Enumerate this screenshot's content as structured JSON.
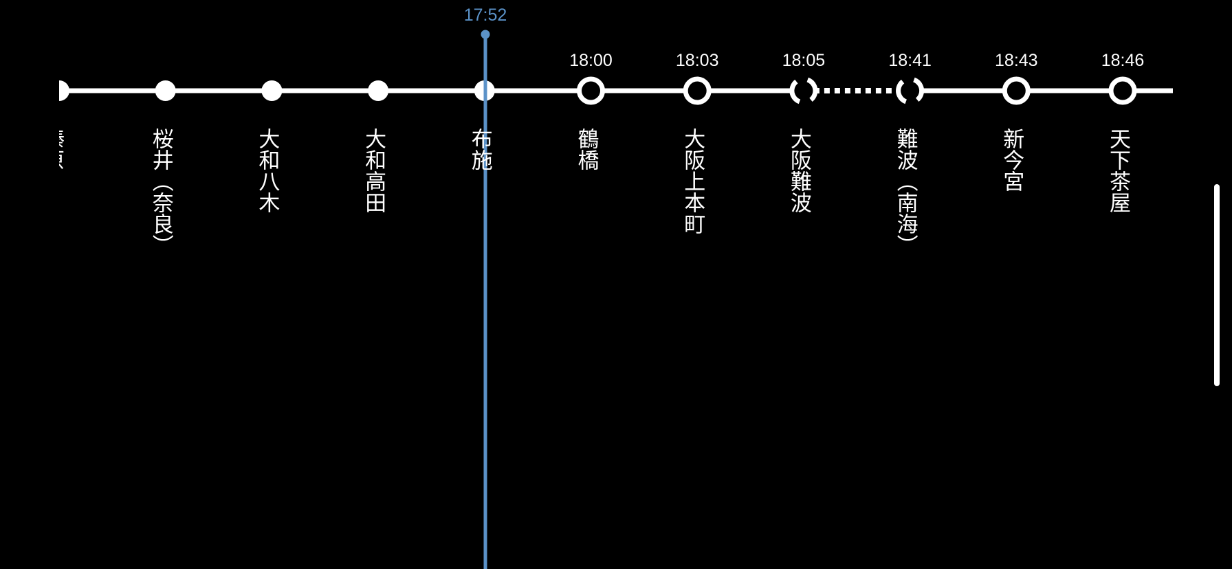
{
  "now": {
    "time": "17:52",
    "color": "#5b92c8"
  },
  "colors": {
    "background": "#000000",
    "line": "#ffffff",
    "now_marker": "#5b92c8"
  },
  "stations": [
    {
      "name": "榛原",
      "time": "",
      "status": "passed",
      "partial": true
    },
    {
      "name": "桜井（奈良）",
      "time": "",
      "status": "passed"
    },
    {
      "name": "大和八木",
      "time": "",
      "status": "passed"
    },
    {
      "name": "大和高田",
      "time": "",
      "status": "passed"
    },
    {
      "name": "布施",
      "time": "",
      "status": "passed"
    },
    {
      "name": "鶴橋",
      "time": "18:00",
      "status": "upcoming"
    },
    {
      "name": "大阪上本町",
      "time": "18:03",
      "status": "upcoming"
    },
    {
      "name": "大阪難波",
      "time": "18:05",
      "status": "transfer"
    },
    {
      "name": "難波（南海）",
      "time": "18:41",
      "status": "transfer"
    },
    {
      "name": "新今宮",
      "time": "18:43",
      "status": "upcoming"
    },
    {
      "name": "天下茶屋",
      "time": "18:46",
      "status": "upcoming"
    }
  ]
}
